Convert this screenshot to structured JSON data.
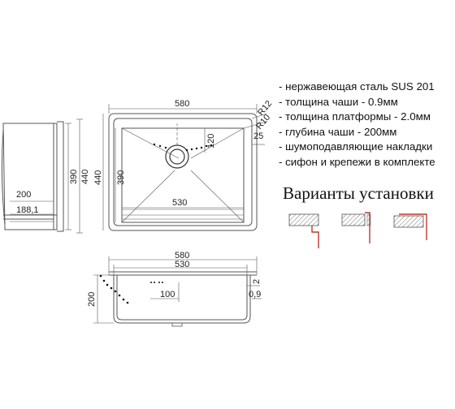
{
  "specs": {
    "items": [
      "- нержавеющая сталь SUS 201",
      "- толщина чаши - 0.9мм",
      "- толщина платформы - 2.0мм",
      "- глубина чаши - 200мм",
      "- шумоподавляющие накладки",
      "- сифон и крепежи в комплекте"
    ]
  },
  "install": {
    "title": "Варианты установки",
    "variant_count": 3
  },
  "dimensions": {
    "side": {
      "d200": "200",
      "d188": "188,1",
      "d390": "390",
      "d440": "440"
    },
    "top": {
      "d580": "580",
      "d530": "530",
      "d390": "390",
      "d440": "440",
      "r12": "R12",
      "r10": "R10",
      "d25": "25",
      "d120": "120"
    },
    "front": {
      "d580": "580",
      "d530": "530",
      "d200": "200",
      "d100": "100",
      "d2": "2",
      "d09": "0,9"
    }
  },
  "colors": {
    "line": "#555555",
    "dark": "#222222",
    "accent": "#c0392b"
  }
}
